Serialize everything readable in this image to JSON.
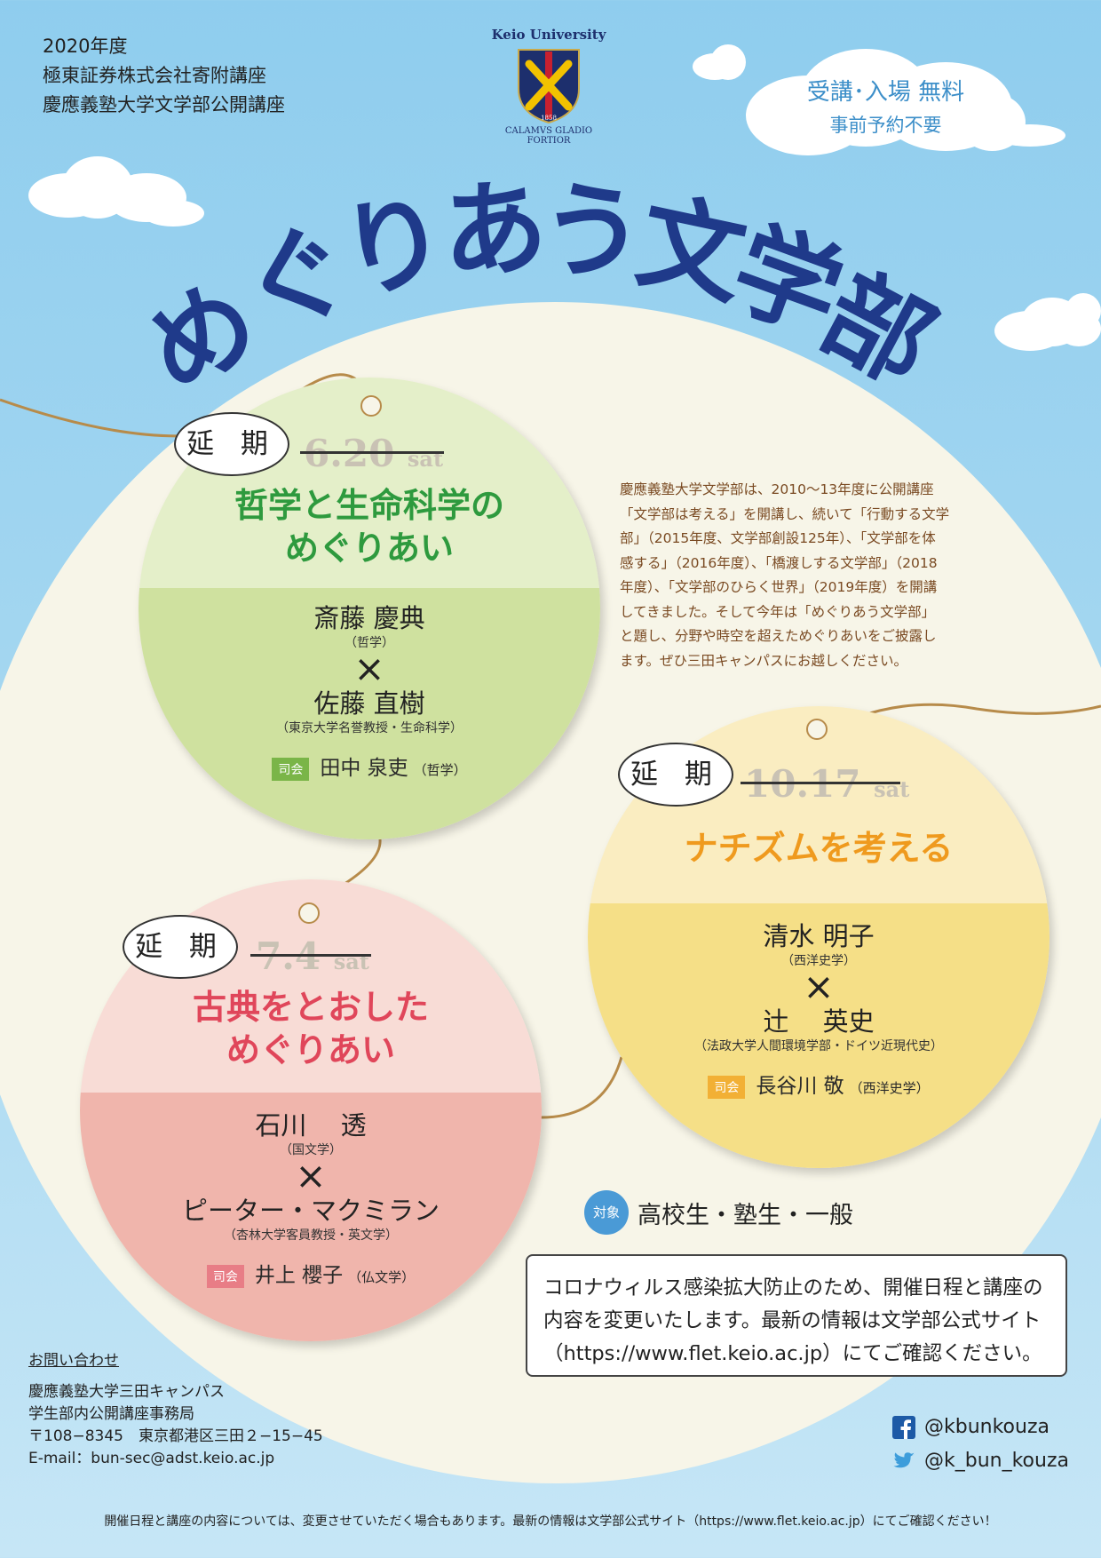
{
  "header": {
    "year": "2020年度",
    "sponsor": "極東証券株式会社寄附講座",
    "program": "慶應義塾大学文学部公開講座"
  },
  "logo": {
    "university": "Keio University",
    "year": "1858",
    "motto": "CALAMVS GLADIO FORTIOR"
  },
  "admission": {
    "fee": "受講･入場 無料",
    "reservation": "事前予約不要"
  },
  "title": [
    "め",
    "ぐ",
    "り",
    "あ",
    "う",
    "文",
    "学",
    "部"
  ],
  "postponed_label": "延 期",
  "lectures": [
    {
      "date": "6.20",
      "day": "sat",
      "title_line1": "哲学と生命科学の",
      "title_line2": "めぐりあい",
      "speaker1": "斎藤 慶典",
      "speaker1_aff": "（哲学）",
      "cross": "×",
      "speaker2": "佐藤 直樹",
      "speaker2_aff": "（東京大学名誉教授・生命科学）",
      "mc_label": "司会",
      "mc": "田中 泉吏",
      "mc_aff": "（哲学）"
    },
    {
      "date": "7.4",
      "day": "sat",
      "title_line1": "古典をとおした",
      "title_line2": "めぐりあい",
      "speaker1": "石川　 透",
      "speaker1_aff": "（国文学）",
      "cross": "×",
      "speaker2": "ピーター・マクミラン",
      "speaker2_aff": "（杏林大学客員教授・英文学）",
      "mc_label": "司会",
      "mc": "井上 櫻子",
      "mc_aff": "（仏文学）"
    },
    {
      "date": "10.17",
      "day": "sat",
      "title_line1": "ナチズムを考える",
      "title_line2": "",
      "speaker1": "清水 明子",
      "speaker1_aff": "（西洋史学）",
      "cross": "×",
      "speaker2": "辻　 英史",
      "speaker2_aff": "（法政大学人間環境学部・ドイツ近現代史）",
      "mc_label": "司会",
      "mc": "長谷川 敬",
      "mc_aff": "（西洋史学）"
    }
  ],
  "description": [
    "慶應義塾大学文学部は、2010〜13年度に公開講座",
    "「文学部は考える」を開講し、続いて「行動する文学",
    "部」（2015年度、文学部創設125年）、「文学部を体",
    "感する」（2016年度）、「橋渡しする文学部」（2018",
    "年度）、「文学部のひらく世界」（2019年度）を開講",
    "してきました。そして今年は「めぐりあう文学部」",
    "と題し、分野や時空を超えためぐりあいをご披露し",
    "ます。ぜひ三田キャンパスにお越しください。"
  ],
  "target": {
    "label": "対象",
    "value": "高校生・塾生・一般"
  },
  "notice": [
    "コロナウィルス感染拡大防止のため、開催日程と講座の",
    "内容を変更いたします。最新の情報は文学部公式サイト",
    "（https://www.flet.keio.ac.jp）にてご確認ください。"
  ],
  "contact": {
    "heading": "お問い合わせ",
    "lines": [
      "慶應義塾大学三田キャンパス",
      "学生部内公開講座事務局",
      "〒108−8345　東京都港区三田２−15−45",
      "E-mail：bun-sec@adst.keio.ac.jp"
    ]
  },
  "sns": {
    "facebook": "@kbunkouza",
    "twitter": "@k_bun_kouza",
    "facebook_icon": "facebook-icon",
    "twitter_icon": "twitter-icon"
  },
  "footer": "開催日程と講座の内容については、変更させていただく場合もあります。最新の情報は文学部公式サイト（https://www.flet.keio.ac.jp）にてご確認ください！",
  "colors": {
    "title": "#1f3a8a",
    "lecture1": "#2e9a3e",
    "lecture2": "#e0465a",
    "lecture3": "#ef9a1e",
    "description": "#7a4a22",
    "accent_blue": "#3d8fc9"
  }
}
